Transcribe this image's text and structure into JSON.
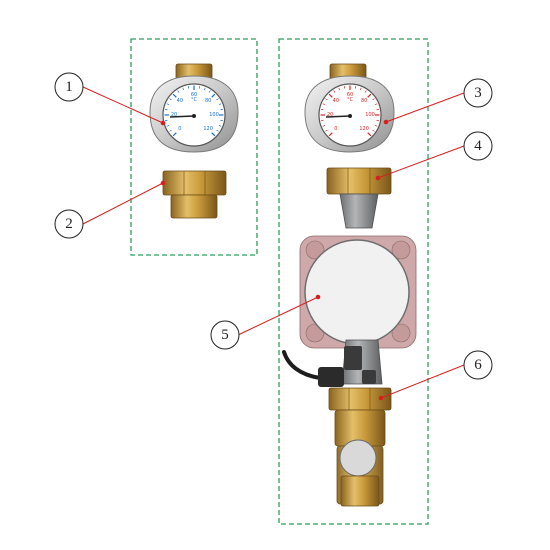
{
  "callouts": [
    {
      "id": 1,
      "label": "1"
    },
    {
      "id": 2,
      "label": "2"
    },
    {
      "id": 3,
      "label": "3"
    },
    {
      "id": 4,
      "label": "4"
    },
    {
      "id": 5,
      "label": "5"
    },
    {
      "id": 6,
      "label": "6"
    }
  ],
  "gauges": [
    {
      "name": "left-thermometer",
      "accent": "#1a6fd1",
      "ticks": [
        "0",
        "20",
        "40",
        "60",
        "80",
        "100",
        "120"
      ],
      "unit": "°C"
    },
    {
      "name": "right-thermometer",
      "accent": "#d12a2a",
      "ticks": [
        "0",
        "20",
        "40",
        "60",
        "80",
        "100",
        "120"
      ],
      "unit": "°C"
    }
  ],
  "colors": {
    "frame": "#2e9e5b",
    "callout_line": "#d81e1e",
    "brass": "#c99a3a",
    "pump_gray": "#a7a9ac"
  }
}
